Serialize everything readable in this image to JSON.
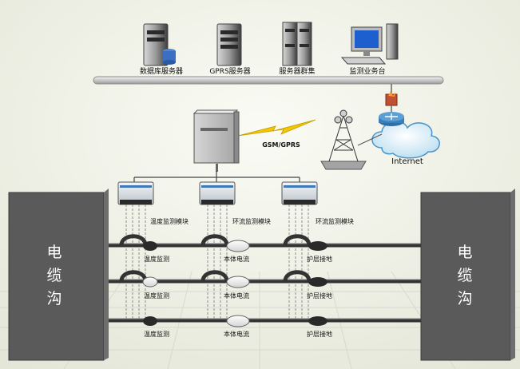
{
  "servers": {
    "db": "数据库服务器",
    "gprs": "GPRS服务器",
    "cluster": "服务器群集",
    "console": "监测业务台"
  },
  "network": {
    "gsm": "GSM/GPRS",
    "internet": "Internet"
  },
  "modules": {
    "temp": "温度监测模块",
    "loop_a": "环流监测模块",
    "loop_b": "环流监测模块"
  },
  "sensors": {
    "row1": [
      "温度监测",
      "本体电流",
      "护层接地"
    ],
    "row2": [
      "温度监测",
      "本体电流",
      "护层接地"
    ],
    "row3": [
      "温度监测",
      "本体电流",
      "护层接地"
    ]
  },
  "trench": {
    "left": [
      "电",
      "缆",
      "沟"
    ],
    "right": [
      "电",
      "缆",
      "沟"
    ]
  },
  "colors": {
    "trench": "#5a5a5a",
    "cable": "#333333",
    "lightning": "#f2c600",
    "bus": "#cfcfcf"
  }
}
